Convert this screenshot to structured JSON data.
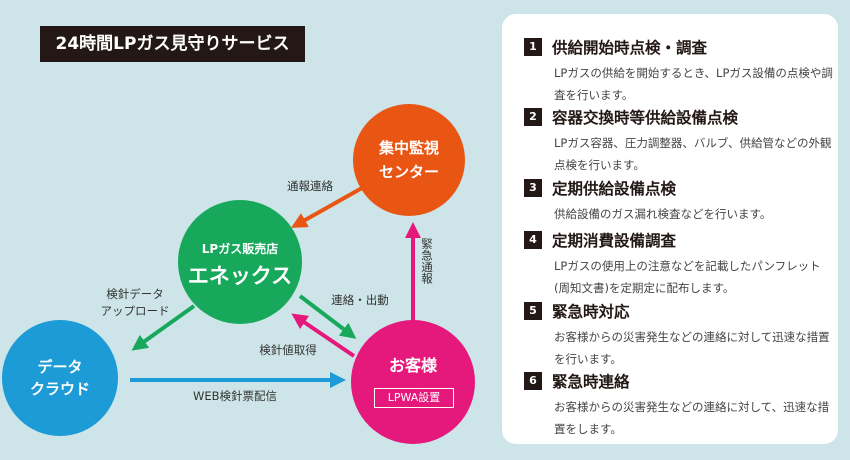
{
  "title": "24時間LPガス見守りサービス",
  "nodes": {
    "center": [
      "集中監視",
      "センター"
    ],
    "store_sub": "LPガス販売店",
    "store_name": "エネックス",
    "cloud": [
      "データ",
      "クラウド"
    ],
    "customer": "お客様",
    "customer_badge": "LPWA設置"
  },
  "arrows": {
    "report": "通報連絡",
    "emergency": "緊急通報",
    "upload": [
      "検針データ",
      "アップロード"
    ],
    "dispatch": "連絡・出動",
    "meter": "検針値取得",
    "web": "WEB検針票配信"
  },
  "colors": {
    "center": "#e95513",
    "store": "#17a85c",
    "cloud": "#1d9bd7",
    "customer": "#e5197c"
  },
  "services": [
    {
      "num": "1",
      "title": "供給開始時点検・調査",
      "desc": "LPガスの供給を開始するとき、LPガス設備の点検や調査を行います。"
    },
    {
      "num": "2",
      "title": "容器交換時等供給設備点検",
      "desc": "LPガス容器、圧力調整器、バルブ、供給管などの外観点検を行います。"
    },
    {
      "num": "3",
      "title": "定期供給設備点検",
      "desc": "供給設備のガス漏れ検査などを行います。"
    },
    {
      "num": "4",
      "title": "定期消費設備調査",
      "desc": "LPガスの使用上の注意などを記載したパンフレット(周知文書)を定期定に配布します。"
    },
    {
      "num": "5",
      "title": "緊急時対応",
      "desc": "お客様からの災害発生などの連絡に対して迅速な措置を行います。"
    },
    {
      "num": "6",
      "title": "緊急時連絡",
      "desc": "お客様からの災害発生などの連絡に対して、迅速な措置をします。"
    }
  ]
}
